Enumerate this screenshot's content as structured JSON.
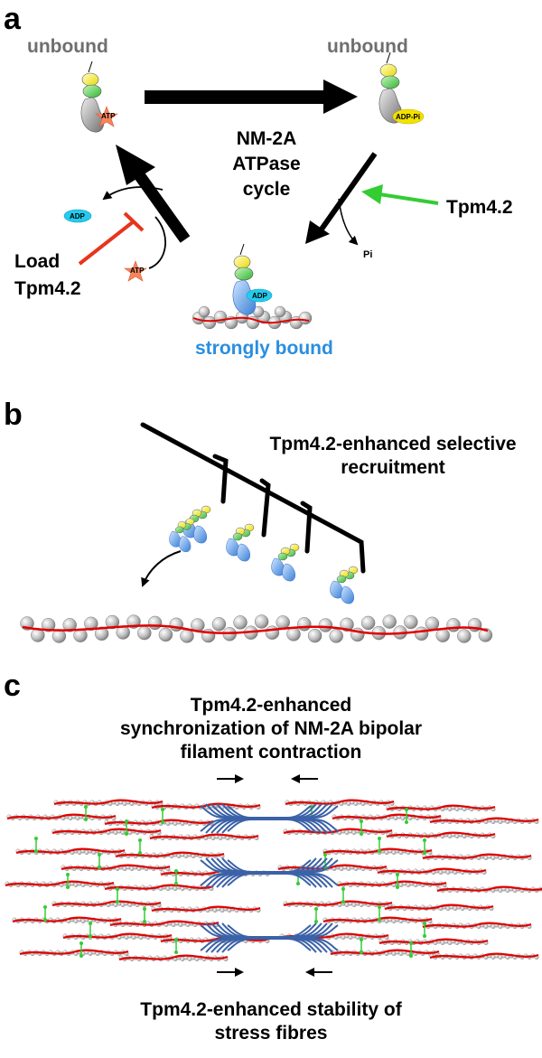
{
  "panel_a": {
    "letter": "a",
    "unbound_left": "unbound",
    "unbound_right": "unbound",
    "cycle_line1": "NM-2A",
    "cycle_line2": "ATPase",
    "cycle_line3": "cycle",
    "tpm_right": "Tpm4.2",
    "load": "Load",
    "tpm_left": "Tpm4.2",
    "strongly_bound": "strongly bound",
    "atp_left": "ATP",
    "adp_pi": "ADP-Pi",
    "adp_free": "ADP",
    "atp_free": "ATP",
    "pi": "Pi",
    "adp_bound": "ADP",
    "colors": {
      "green_arrow": "#33cc33",
      "red_inhibit": "#e8341c",
      "blue_label": "#2a8ee0"
    }
  },
  "panel_b": {
    "letter": "b",
    "title_line1": "Tpm4.2-enhanced selective",
    "title_line2": "recruitment"
  },
  "panel_c": {
    "letter": "c",
    "top_line1": "Tpm4.2-enhanced",
    "top_line2": "synchronization of NM-2A bipolar",
    "top_line3": "filament contraction",
    "bottom_line1": "Tpm4.2-enhanced stability of",
    "bottom_line2": "stress fibres"
  }
}
